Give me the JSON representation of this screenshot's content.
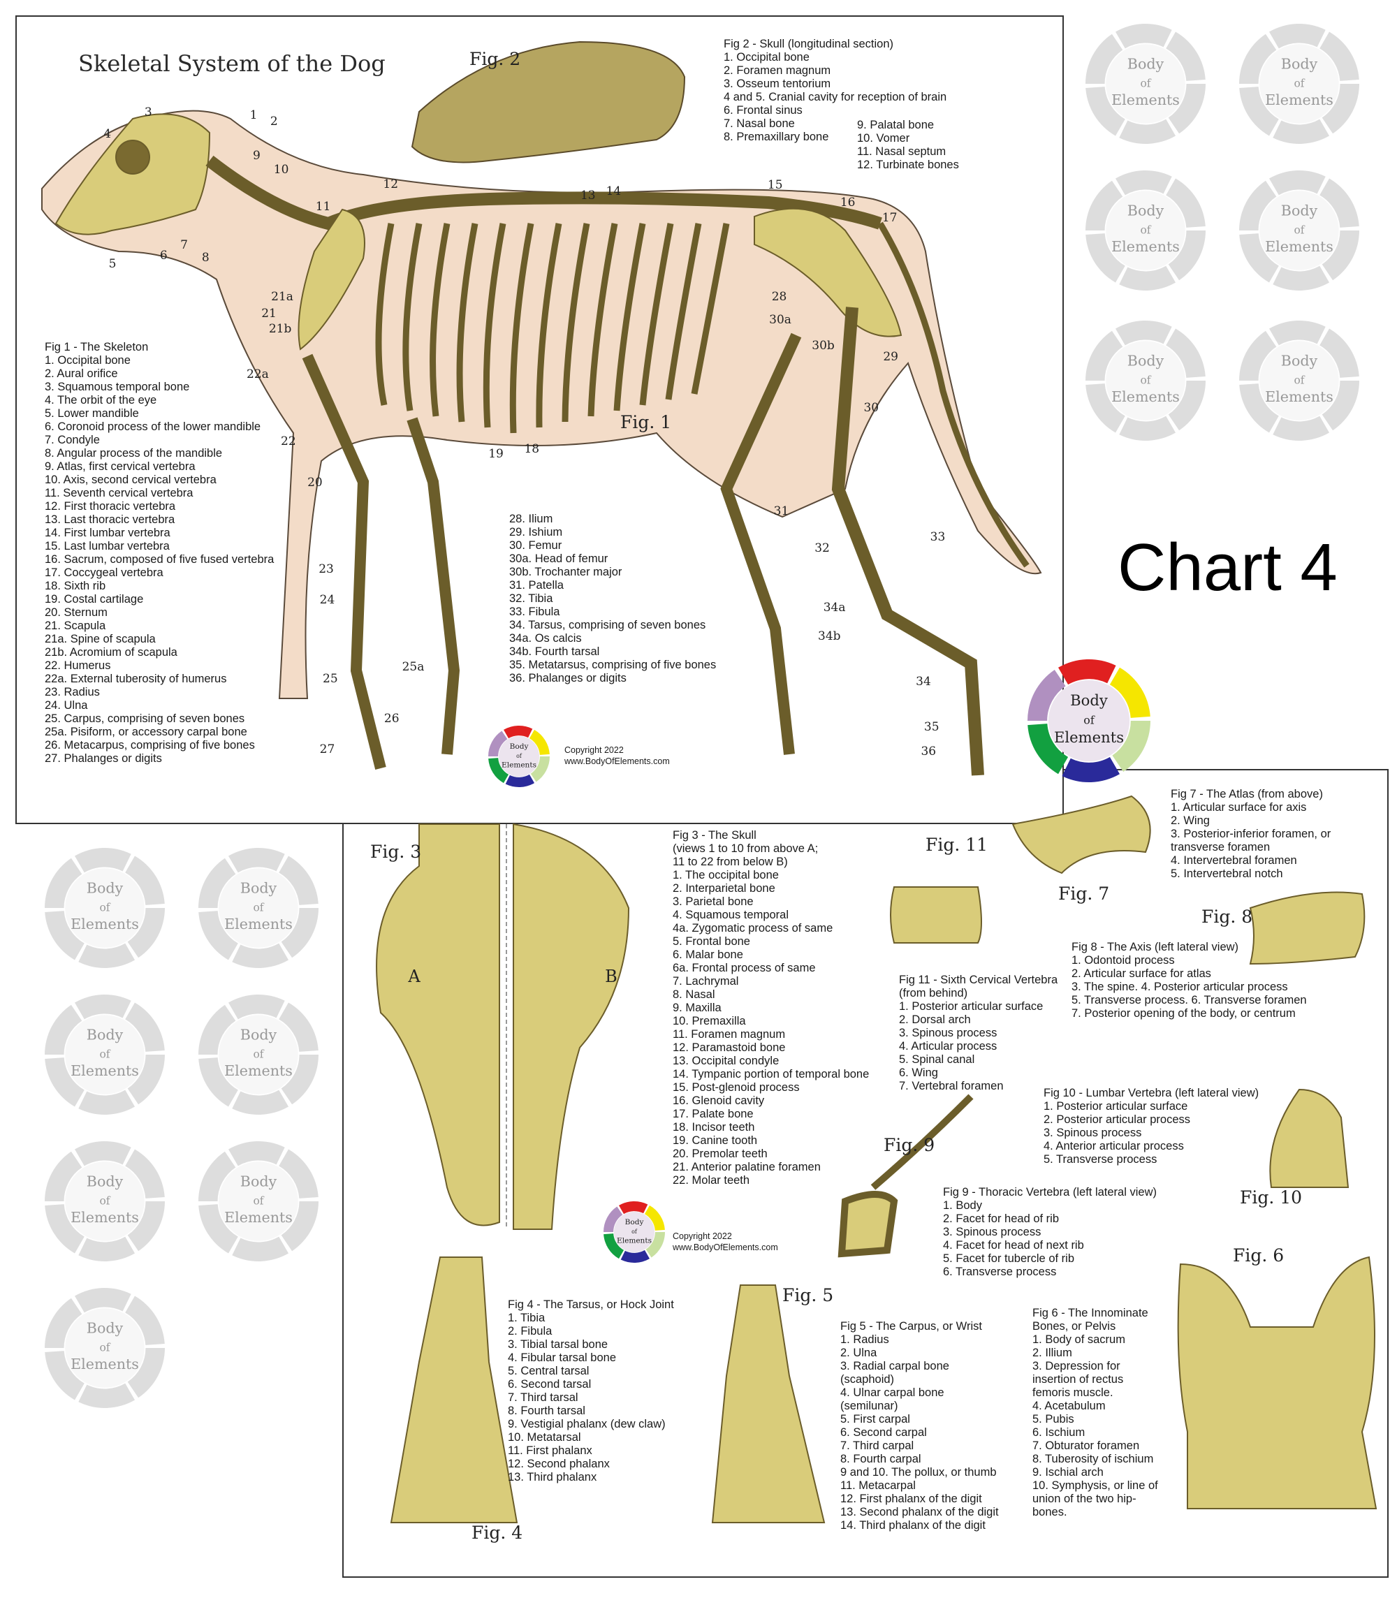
{
  "title": "Skeletal System of the Dog",
  "chart_label": "Chart 4",
  "brand": {
    "logo_text": [
      "Body",
      "of",
      "Elements"
    ],
    "colors": {
      "red": "#e02020",
      "yellow": "#f5e600",
      "green": "#12a040",
      "blue": "#2a2a9a",
      "bone": "#d9cc7a",
      "silhouette": "#f3dcc8"
    }
  },
  "copyright": {
    "line1": "Copyright 2022",
    "line2": "www.BodyOfElements.com"
  },
  "figure_labels": {
    "fig1": "Fig. 1",
    "fig2": "Fig. 2",
    "fig3": "Fig. 3",
    "fig4": "Fig. 4",
    "fig5": "Fig. 5",
    "fig6": "Fig. 6",
    "fig7": "Fig. 7",
    "fig8": "Fig. 8",
    "fig9": "Fig. 9",
    "fig10": "Fig. 10",
    "fig11": "Fig. 11"
  },
  "fig1_callouts": [
    "1",
    "2",
    "3",
    "4",
    "9",
    "10",
    "11",
    "12",
    "13",
    "14",
    "15",
    "16",
    "17",
    "5",
    "6",
    "7",
    "8",
    "21a",
    "21",
    "21b",
    "22a",
    "22",
    "20",
    "19",
    "18",
    "28",
    "30a",
    "30b",
    "29",
    "30",
    "31",
    "32",
    "33",
    "34a",
    "34b",
    "34",
    "35",
    "36",
    "23",
    "24",
    "25",
    "25a",
    "26",
    "27"
  ],
  "fig3_view_labels": [
    "A",
    "B"
  ],
  "legends": {
    "fig1a": [
      "Fig 1 - The Skeleton",
      "1. Occipital bone",
      "2. Aural orifice",
      "3. Squamous temporal bone",
      "4. The orbit of the eye",
      "5. Lower mandible",
      "6. Coronoid process of the lower mandible",
      "7. Condyle",
      "8. Angular process of the mandible",
      "9. Atlas, first cervical vertebra",
      "10. Axis, second cervical vertebra",
      "11. Seventh cervical vertebra",
      "12. First thoracic vertebra",
      "13. Last thoracic vertebra",
      "14. First lumbar vertebra",
      "15. Last lumbar vertebra",
      "16. Sacrum, composed of five fused vertebra",
      "17. Coccygeal vertebra",
      "18. Sixth rib",
      "19. Costal cartilage",
      "20. Sternum",
      "21. Scapula",
      "21a. Spine of scapula",
      "21b. Acromium of scapula",
      "22. Humerus",
      "22a. External tuberosity of humerus",
      "23. Radius",
      "24. Ulna",
      "25. Carpus, comprising of seven bones",
      "25a. Pisiform, or accessory carpal bone",
      "26. Metacarpus, comprising of five bones",
      "27. Phalanges or digits"
    ],
    "fig1b": [
      "28. Ilium",
      "29. Ishium",
      "30. Femur",
      "30a. Head of femur",
      "30b. Trochanter major",
      "31. Patella",
      "32. Tibia",
      "33. Fibula",
      "34. Tarsus, comprising of seven bones",
      "34a. Os calcis",
      "34b. Fourth tarsal",
      "35. Metatarsus, comprising of five bones",
      "36. Phalanges or digits"
    ],
    "fig2a": [
      "Fig 2 - Skull (longitudinal section)",
      "1. Occipital bone",
      "2. Foramen magnum",
      "3. Osseum tentorium",
      "4 and 5. Cranial cavity for reception of brain",
      "6. Frontal sinus",
      "7. Nasal bone",
      "8. Premaxillary bone"
    ],
    "fig2b": [
      "9. Palatal bone",
      "10. Vomer",
      "11. Nasal septum",
      "12. Turbinate bones"
    ],
    "fig3": [
      "Fig 3 - The Skull",
      "(views 1 to 10 from above A;",
      "11 to 22 from below B)",
      "1. The occipital bone",
      "2. Interparietal bone",
      "3. Parietal bone",
      "4. Squamous temporal",
      "4a. Zygomatic process of same",
      "5. Frontal bone",
      "6. Malar bone",
      "6a. Frontal process of same",
      "7. Lachrymal",
      "8. Nasal",
      "9. Maxilla",
      "10. Premaxilla",
      "11. Foramen magnum",
      "12. Paramastoid bone",
      "13. Occipital condyle",
      "14. Tympanic portion of temporal bone",
      "15. Post-glenoid process",
      "16. Glenoid cavity",
      "17. Palate bone",
      "18. Incisor teeth",
      "19. Canine tooth",
      "20. Premolar teeth",
      "21. Anterior palatine foramen",
      "22. Molar teeth"
    ],
    "fig7": [
      "Fig 7 - The Atlas (from above)",
      "1. Articular surface for axis",
      "2. Wing",
      "3. Posterior-inferior foramen, or",
      "transverse foramen",
      "4. Intervertebral foramen",
      "5. Intervertebral notch"
    ],
    "fig8": [
      "Fig 8 - The Axis (left lateral view)",
      "1. Odontoid process",
      "2. Articular surface for atlas",
      "3. The spine. 4. Posterior articular process",
      "5. Transverse process. 6. Transverse foramen",
      "7. Posterior opening of the body, or centrum"
    ],
    "fig11": [
      "Fig 11 - Sixth Cervical Vertebra",
      "(from behind)",
      "1. Posterior articular surface",
      "2. Dorsal arch",
      "3. Spinous process",
      "4. Articular process",
      "5. Spinal canal",
      "6. Wing",
      "7. Vertebral foramen"
    ],
    "fig10": [
      "Fig 10 - Lumbar Vertebra (left lateral view)",
      "1. Posterior articular surface",
      "2. Posterior articular process",
      "3. Spinous process",
      "4. Anterior articular process",
      "5. Transverse process"
    ],
    "fig9": [
      "Fig 9 - Thoracic Vertebra (left lateral view)",
      "1. Body",
      "2. Facet for head of rib",
      "3. Spinous process",
      "4. Facet for head of next rib",
      "5. Facet for tubercle of rib",
      "6. Transverse process"
    ],
    "fig4": [
      "Fig 4 - The Tarsus, or Hock Joint",
      "1. Tibia",
      "2. Fibula",
      "3. Tibial tarsal bone",
      "4. Fibular tarsal bone",
      "5. Central tarsal",
      "6. Second tarsal",
      "7. Third tarsal",
      "8. Fourth tarsal",
      "9. Vestigial phalanx (dew claw)",
      "10. Metatarsal",
      "11. First phalanx",
      "12. Second phalanx",
      "13. Third phalanx"
    ],
    "fig5": [
      "Fig 5 - The Carpus, or Wrist",
      "1. Radius",
      "2. Ulna",
      "3. Radial carpal bone",
      "(scaphoid)",
      "4. Ulnar carpal bone",
      "(semilunar)",
      "5. First carpal",
      "6. Second carpal",
      "7. Third carpal",
      "8. Fourth carpal",
      "9 and 10. The pollux, or thumb",
      "11. Metacarpal",
      "12. First phalanx of the digit",
      "13. Second phalanx of the digit",
      "14. Third phalanx of the digit"
    ],
    "fig6": [
      "Fig 6 - The Innominate",
      "Bones, or Pelvis",
      "1. Body of sacrum",
      "2. Illium",
      "3. Depression for",
      "insertion of rectus",
      "femoris muscle.",
      "4. Acetabulum",
      "5. Pubis",
      "6. Ischium",
      "7. Obturator foramen",
      "8. Tuberosity of ischium",
      "9. Ischial arch",
      "10. Symphysis, or line of",
      "union of the two hip-",
      "bones."
    ]
  }
}
